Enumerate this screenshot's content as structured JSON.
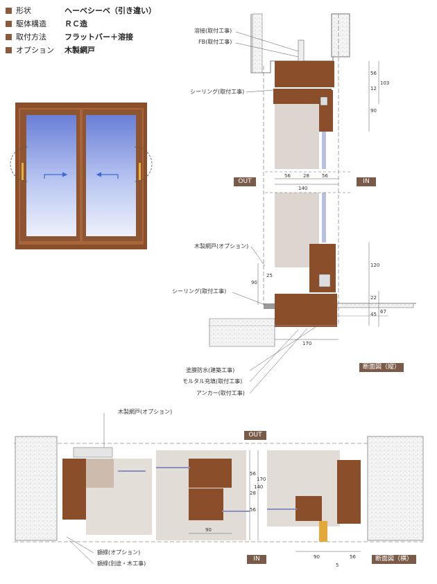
{
  "spec": [
    {
      "label": "形状",
      "value": "ヘーベシーベ（引き違い）"
    },
    {
      "label": "駆体構造",
      "value": "ＲＣ造"
    },
    {
      "label": "取付方法",
      "value": "フラットバー＋溶接"
    },
    {
      "label": "オプション",
      "value": "木製網戸"
    }
  ],
  "vertical_section": {
    "tag_out": "OUT",
    "tag_in": "IN",
    "title": "断面図（縦）",
    "callouts": {
      "weld": "溶接(取付工事)",
      "fb": "FB(取付工事)",
      "sealing_top": "シーリング(取付工事)",
      "screen": "木製網戸(オプション)",
      "sealing_bottom": "シーリング(取付工事)",
      "waterproof": "塗膜防水(建築工事)",
      "mortar": "モルタル充填(取付工事)",
      "anchor": "アンカー(取付工事)"
    },
    "dims": {
      "d56a": "56",
      "d12": "12",
      "d103": "103",
      "d90a": "90",
      "w56a": "56",
      "w28": "28",
      "w56b": "56",
      "w140": "140",
      "d120": "120",
      "d90b": "90",
      "d25": "25",
      "d22": "22",
      "d45": "45",
      "d67": "67",
      "d170": "170"
    }
  },
  "horizontal_section": {
    "tag_out": "OUT",
    "tag_in": "IN",
    "title": "断面図（横）",
    "callouts": {
      "screen": "木製網戸(オプション)",
      "trim_option": "額縁(オプション)",
      "trim_other": "額縁(別途・木工事)"
    },
    "dims": {
      "d56a": "56",
      "d28": "28",
      "d56b": "56",
      "d140": "140",
      "d170": "170",
      "d90a": "90",
      "d90b": "90",
      "d56c": "56",
      "d5": "5"
    }
  }
}
